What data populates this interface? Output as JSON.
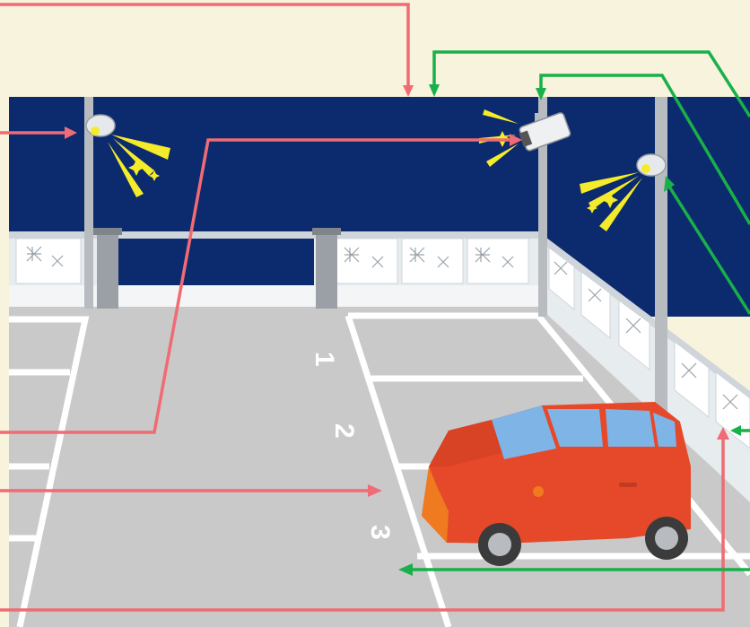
{
  "scene": {
    "kind": "parking-lot-illustration",
    "colors": {
      "background": "#f7f3dc",
      "night_sky": "#0c2a6e",
      "pavement": "#c9c9c9",
      "pavement_edge": "#bdbdbd",
      "wall": "#e9eef2",
      "wall_panel": "#ffffff",
      "pole": "#b8bcc0",
      "light_beam": "#f4ec2a",
      "car_body": "#e5492a",
      "car_window": "#7fb4e6",
      "arrow_red": "#f06b73",
      "arrow_green": "#19b04a"
    },
    "parking_space_numbers": [
      "1",
      "2",
      "3"
    ],
    "icons": [
      "security-light-icon",
      "security-camera-icon",
      "car-icon",
      "sparkle-icon"
    ]
  }
}
